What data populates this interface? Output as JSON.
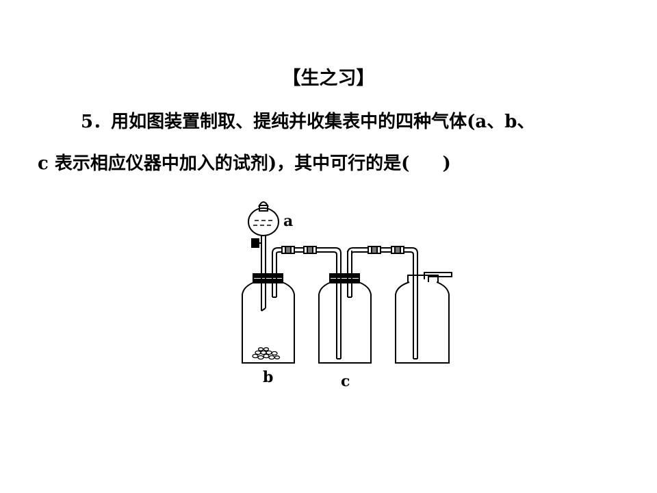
{
  "heading": "【生之习】",
  "question": {
    "number": "5．",
    "line1": "用如图装置制取、提纯并收集表中的四种气体(a、b、",
    "line2_before": "c 表示相应仪器中加入的试剂)，其中可行的是(",
    "line2_after": ")"
  },
  "figure": {
    "labels": {
      "a": "a",
      "b": "b",
      "c": "c"
    }
  }
}
